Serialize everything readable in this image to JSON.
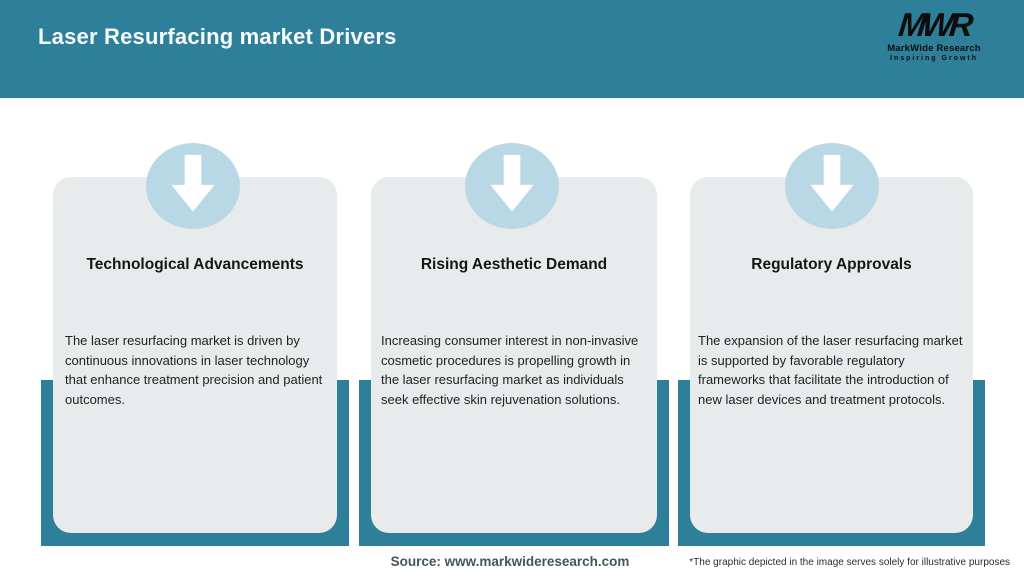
{
  "header": {
    "title": "Laser Resurfacing market Drivers"
  },
  "logo": {
    "monogram": "MWR",
    "name": "MarkWide Research",
    "tagline": "Inspiring Growth"
  },
  "cards": [
    {
      "title": "Technological Advancements",
      "body": "The laser resurfacing market is driven by continuous innovations in laser technology that enhance treatment precision and patient outcomes.",
      "icon": "down-arrow-icon"
    },
    {
      "title": "Rising Aesthetic Demand",
      "body": "Increasing consumer interest in non-invasive cosmetic procedures is propelling growth in the laser resurfacing market as individuals seek effective skin rejuvenation solutions.",
      "icon": "down-arrow-icon"
    },
    {
      "title": "Regulatory Approvals",
      "body": "The expansion of the laser resurfacing market is supported by favorable regulatory frameworks that facilitate the introduction of new laser devices and treatment protocols.",
      "icon": "down-arrow-icon"
    }
  ],
  "footer": {
    "source": "Source: www.markwideresearch.com",
    "disclaimer": "*The graphic depicted in the image serves solely for illustrative purposes"
  },
  "colors": {
    "header_teal": "#2e7f99",
    "band_teal": "#2e7f99",
    "card_gray": "#e8ebec",
    "badge_blue": "#b9d8e5",
    "arrow_white": "#ffffff",
    "title_text": "#161616",
    "source_text": "#47545c"
  }
}
